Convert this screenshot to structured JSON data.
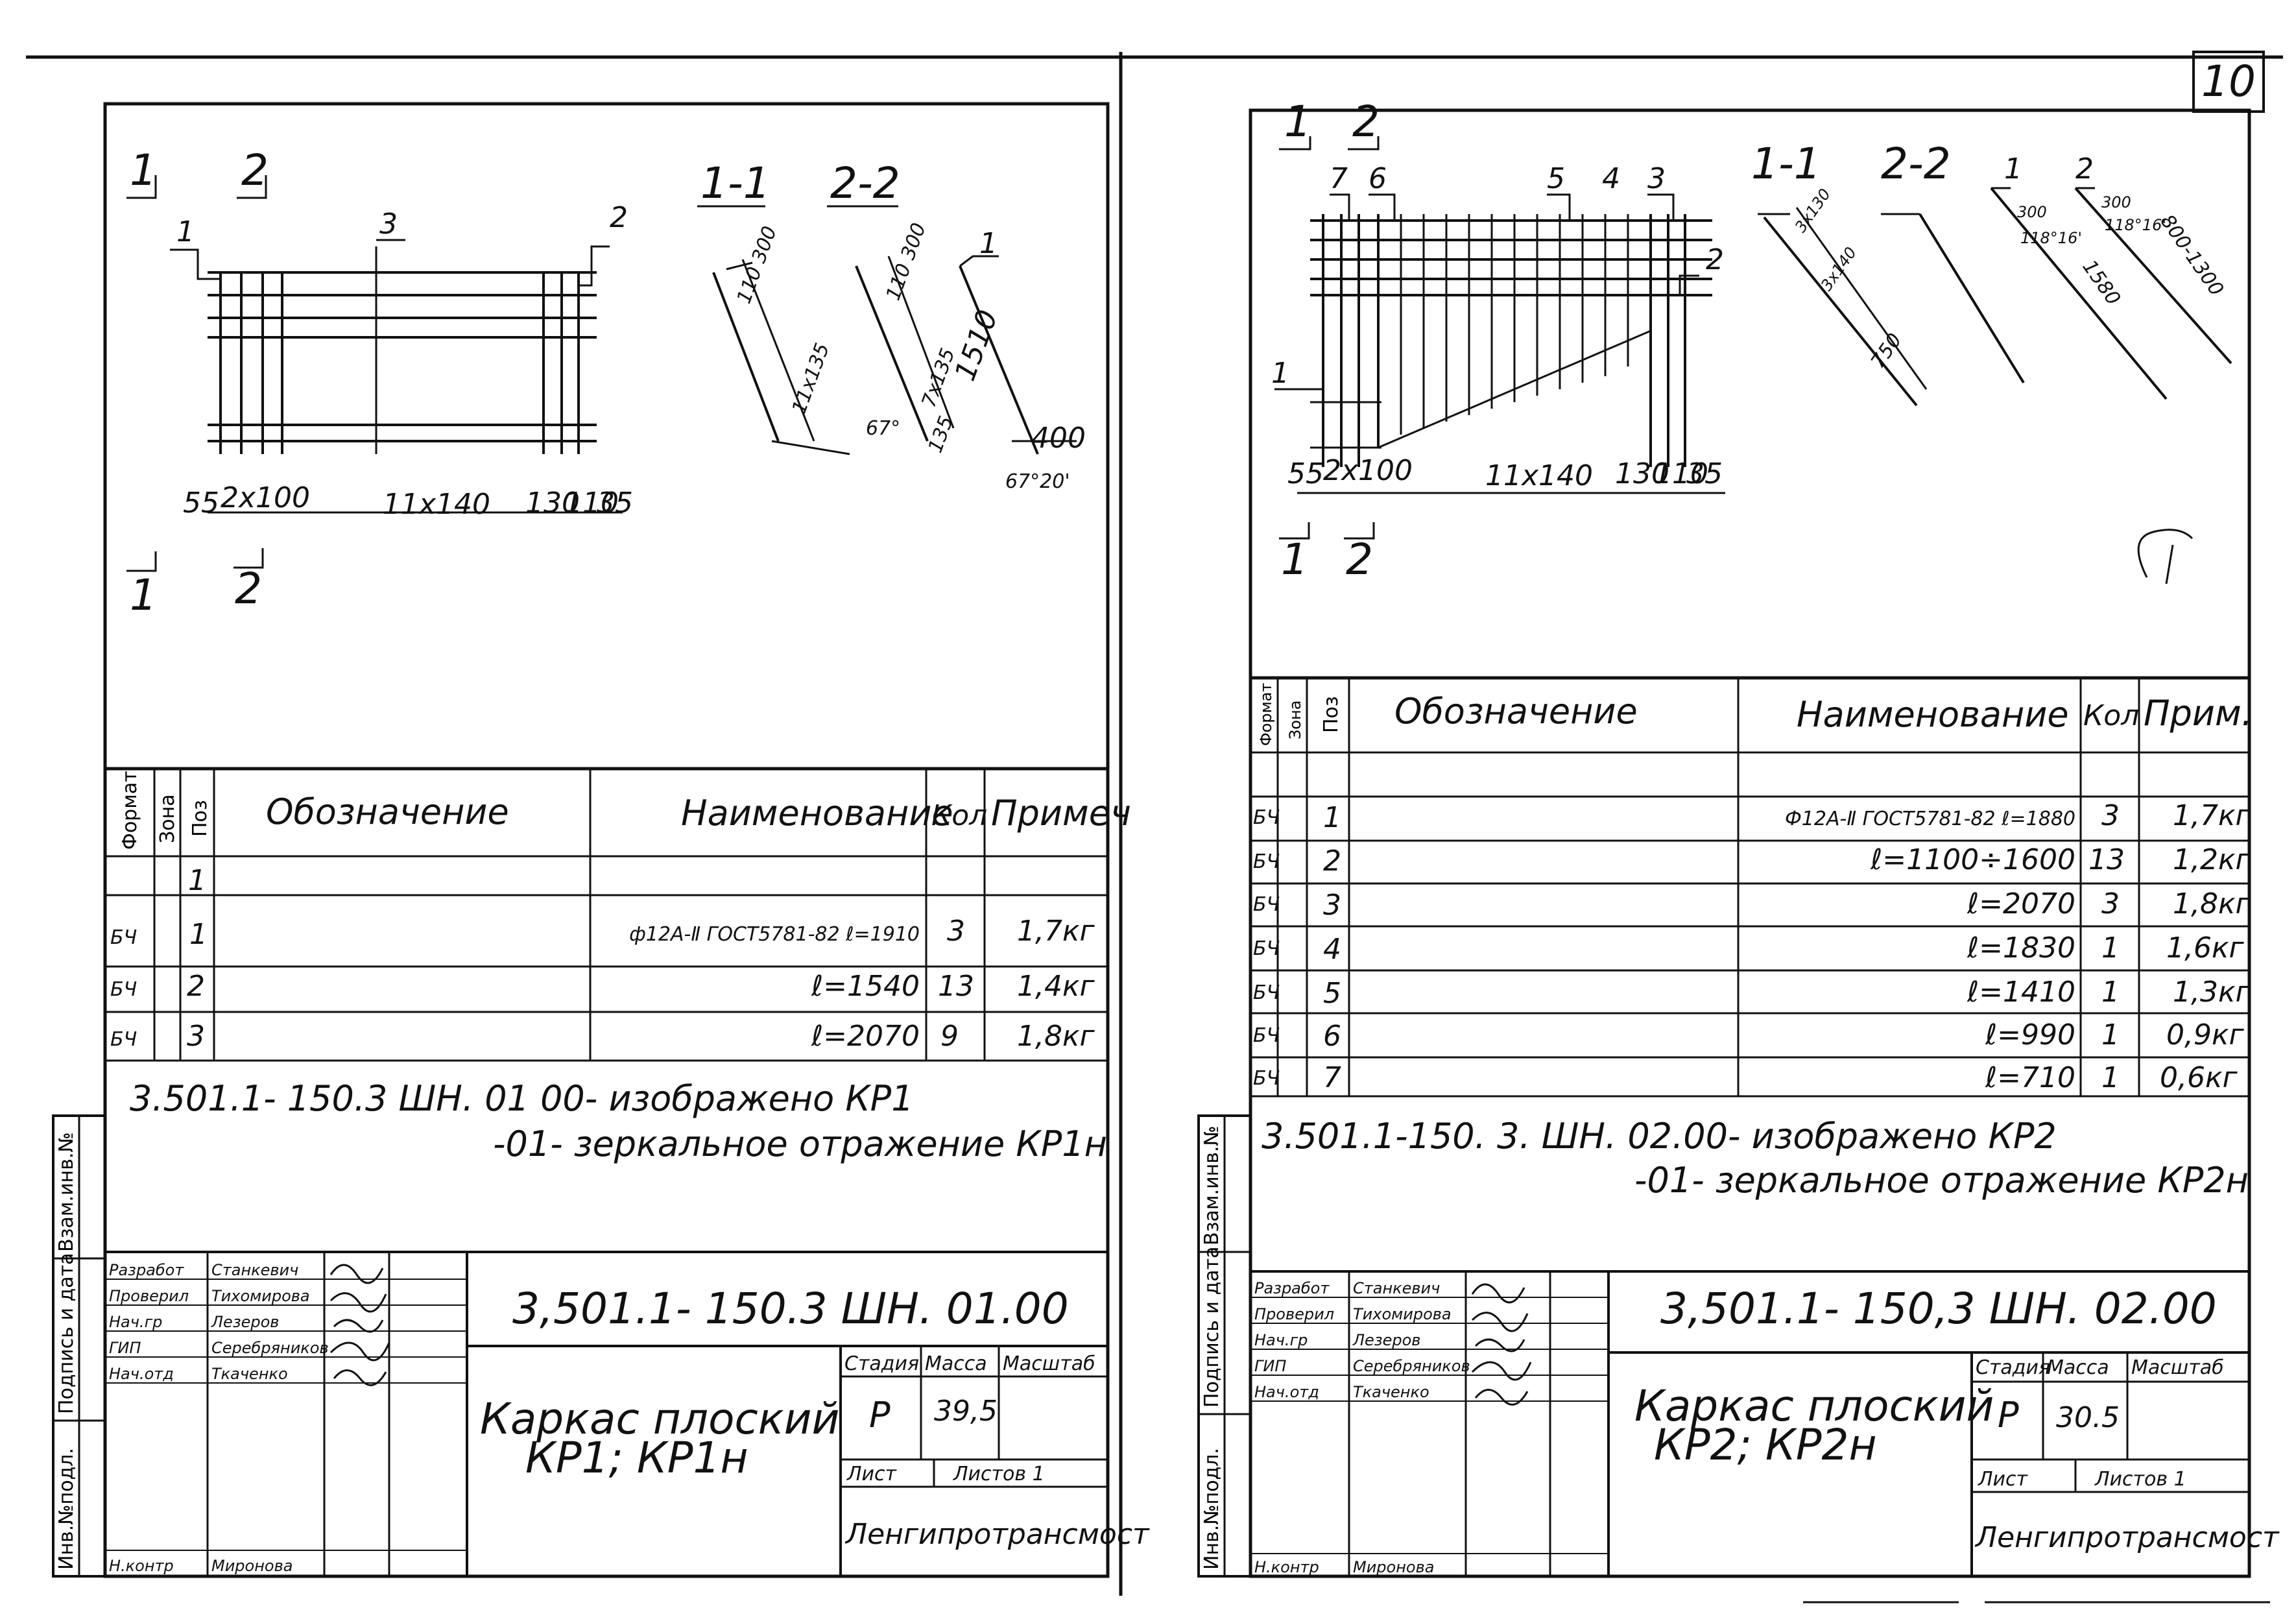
{
  "page_number": "10",
  "left_sheet": {
    "drawing": {
      "section_marks": [
        "1",
        "2"
      ],
      "section_titles": [
        "1-1",
        "2-2"
      ],
      "callouts": [
        "1",
        "3",
        "2",
        "1"
      ],
      "dims": [
        "55",
        "2x100",
        "11x140",
        "130",
        "110",
        "35"
      ],
      "section_dims": [
        "110 300",
        "11x135",
        "110 300",
        "7x135",
        "1510",
        "135",
        "67°",
        "400",
        "67°20'"
      ]
    },
    "table": {
      "headers": {
        "format": "Формат",
        "zone": "Зона",
        "pos": "Поз",
        "designation": "Обозначение",
        "name": "Наименование",
        "qty": "Кол",
        "note": "Примеч"
      },
      "rows": [
        {
          "format": "",
          "pos": "1",
          "name": "",
          "qty": "",
          "note": ""
        },
        {
          "format": "БЧ",
          "pos": "1",
          "name": "ф12А-Ⅱ ГОСТ5781-82 ℓ=1910",
          "qty": "3",
          "note": "1,7кг"
        },
        {
          "format": "БЧ",
          "pos": "2",
          "name": "ℓ=1540",
          "qty": "13",
          "note": "1,4кг"
        },
        {
          "format": "БЧ",
          "pos": "3",
          "name": "ℓ=2070",
          "qty": "9",
          "note": "1,8кг"
        }
      ]
    },
    "notes": [
      "3.501.1- 150.3 ШН. 01 00- изображено КР1",
      "-01- зеркальное отражение КР1н"
    ],
    "side_labels": [
      "Инв.№подл.",
      "Подпись и дата",
      "Взам.инв.№"
    ],
    "title_block": {
      "roles": [
        "Разработ",
        "Проверил",
        "Нач.гр",
        "ГИП",
        "Нач.отд"
      ],
      "names": [
        "Станкевич",
        "Тихомирова",
        "Лезеров",
        "Серебряников",
        "Ткаченко"
      ],
      "control_role": "Н.контр",
      "control_name": "Миронова",
      "code": "3,501.1- 150.3 ШН. 01.00",
      "title_line1": "Каркас плоский",
      "title_line2": "КР1; КР1н",
      "stage_label": "Стадия",
      "mass_label": "Масса",
      "scale_label": "Масштаб",
      "stage": "Р",
      "mass": "39,5",
      "sheet_label": "Лист",
      "sheets_label": "Листов 1",
      "org": "Ленгипротрансмост"
    }
  },
  "right_sheet": {
    "drawing": {
      "section_marks": [
        "1",
        "2"
      ],
      "section_titles": [
        "1-1",
        "2-2"
      ],
      "callouts": [
        "7",
        "6",
        "5",
        "4",
        "3",
        "2",
        "1",
        "1",
        "2"
      ],
      "dims": [
        "55",
        "2x100",
        "11x140",
        "130",
        "110",
        "35"
      ],
      "section_dims": [
        "3x130",
        "3x140",
        "750",
        "300",
        "300",
        "118°16'",
        "118°16'",
        "800-1300",
        "1580"
      ]
    },
    "table": {
      "headers": {
        "format": "Формат",
        "zone": "Зона",
        "pos": "Поз",
        "designation": "Обозначение",
        "name": "Наименование",
        "qty": "Кол",
        "note": "Прим."
      },
      "rows": [
        {
          "format": "",
          "pos": "",
          "name": "",
          "qty": "",
          "note": ""
        },
        {
          "format": "БЧ",
          "pos": "1",
          "name": "Ф12А-Ⅱ ГОСТ5781-82 ℓ=1880",
          "qty": "3",
          "note": "1,7кг"
        },
        {
          "format": "БЧ",
          "pos": "2",
          "name": "ℓ=1100÷1600",
          "qty": "13",
          "note": "1,2кг"
        },
        {
          "format": "БЧ",
          "pos": "3",
          "name": "ℓ=2070",
          "qty": "3",
          "note": "1,8кг"
        },
        {
          "format": "БЧ",
          "pos": "4",
          "name": "ℓ=1830",
          "qty": "1",
          "note": "1,6кг"
        },
        {
          "format": "БЧ",
          "pos": "5",
          "name": "ℓ=1410",
          "qty": "1",
          "note": "1,3кг"
        },
        {
          "format": "БЧ",
          "pos": "6",
          "name": "ℓ=990",
          "qty": "1",
          "note": "0,9кг"
        },
        {
          "format": "БЧ",
          "pos": "7",
          "name": "ℓ=710",
          "qty": "1",
          "note": "0,6кг"
        }
      ]
    },
    "notes": [
      "3.501.1-150. 3. ШН. 02.00- изображено КР2",
      "-01- зеркальное отражение КР2н"
    ],
    "side_labels": [
      "Инв.№подл.",
      "Подпись и дата",
      "Взам.инв.№"
    ],
    "title_block": {
      "roles": [
        "Разработ",
        "Проверил",
        "Нач.гр",
        "ГИП",
        "Нач.отд"
      ],
      "names": [
        "Станкевич",
        "Тихомирова",
        "Лезеров",
        "Серебряников",
        "Ткаченко"
      ],
      "control_role": "Н.контр",
      "control_name": "Миронова",
      "code": "3,501.1- 150,3 ШН. 02.00",
      "title_line1": "Каркас плоский",
      "title_line2": "КР2; КР2н",
      "stage_label": "Стадия",
      "mass_label": "Масса",
      "scale_label": "Масштаб",
      "stage": "Р",
      "mass": "30.5",
      "sheet_label": "Лист",
      "sheets_label": "Листов 1",
      "org": "Ленгипротрансмост"
    }
  }
}
